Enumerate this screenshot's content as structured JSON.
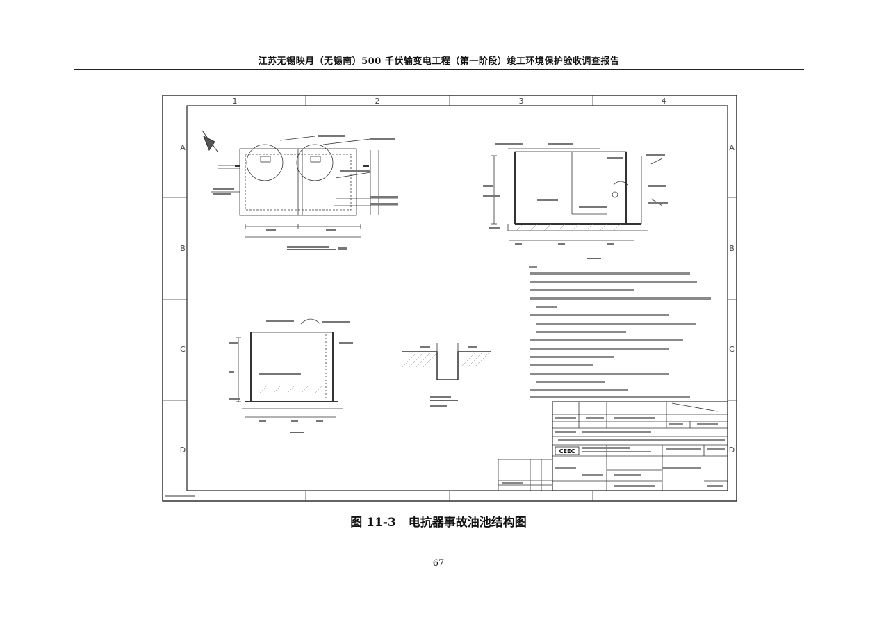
{
  "header": {
    "title": "江苏无锡映月（无锡南）500 千伏输变电工程（第一阶段）竣工环境保护验收调查报告"
  },
  "drawing": {
    "column_labels": [
      "1",
      "2",
      "3",
      "4"
    ],
    "row_labels": [
      "A",
      "B",
      "C",
      "D"
    ],
    "title_block": {
      "logo": "CEEC"
    }
  },
  "caption": {
    "number": "图 11-3",
    "text": "电抗器事故油池结构图"
  },
  "footer": {
    "page_number": "67"
  }
}
